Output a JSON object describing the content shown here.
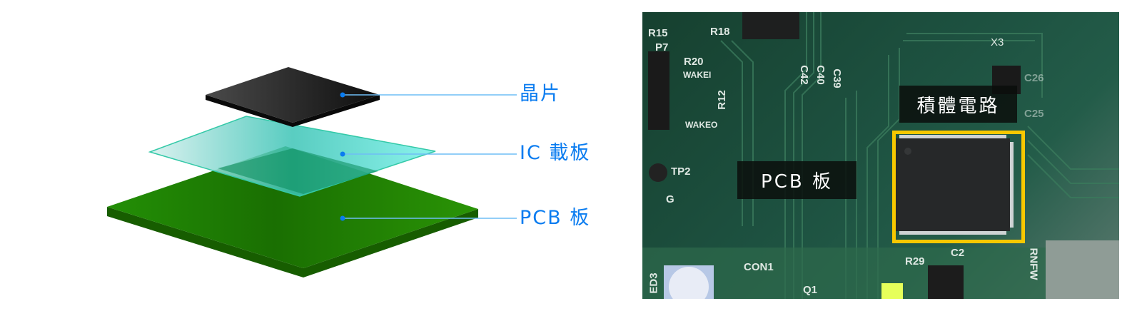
{
  "diagram": {
    "labels": [
      "晶片",
      "IC 載板",
      "PCB 板"
    ],
    "colors": {
      "label": "#0a7cf0",
      "chip": "#1a1a1a",
      "substrate": "#5fd8d0",
      "pcb": "#1f7d0a"
    }
  },
  "photo": {
    "tags": {
      "ic": "積體電路",
      "pcb": "PCB 板"
    },
    "highlight_color": "#f7c800",
    "silkscreen": [
      "R15",
      "R18",
      "P7",
      "R20",
      "WAKEI",
      "R12",
      "WAKEO",
      "TP2",
      "G",
      "C42",
      "C40",
      "C39",
      "X3",
      "C26",
      "C25",
      "CON1",
      "Q1",
      "R29",
      "C2",
      "RNFW",
      "ED3"
    ]
  }
}
